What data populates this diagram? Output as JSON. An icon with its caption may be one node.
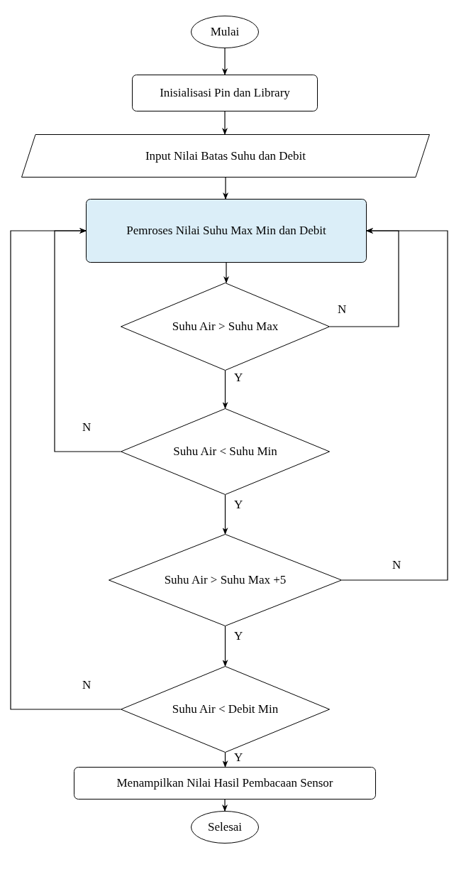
{
  "diagram": {
    "nodes": [
      {
        "text": [
          "Mulai"
        ]
      },
      {
        "text": [
          "Inisialisasi Pin dan Library"
        ]
      },
      {
        "text": [
          "Input Nilai Batas Suhu dan Debit"
        ]
      },
      {
        "text": [
          "Pemroses Nilai Suhu Max Min dan Debit"
        ]
      },
      {
        "text": [
          "Suhu Air > Suhu Max"
        ]
      },
      {
        "text": [
          "Suhu Air < Suhu Min"
        ]
      },
      {
        "text": [
          "Suhu Air > Suhu Max +5"
        ]
      },
      {
        "text": [
          "Suhu Air < Debit Min"
        ]
      },
      {
        "text": [
          "Menampilkan Nilai Hasil Pembacaan Sensor"
        ]
      },
      {
        "text": [
          "Selesai"
        ]
      }
    ],
    "edges": [
      {
        "from": 0,
        "to": 1,
        "arrow": "to"
      },
      {
        "from": 1,
        "to": 2,
        "arrow": "to"
      },
      {
        "from": 2,
        "to": 3,
        "arrow": "to"
      },
      {
        "from": 3,
        "to": 4,
        "arrow": "to"
      },
      {
        "from": 4,
        "to": 5,
        "arrow": "to",
        "label": "Y"
      },
      {
        "from": 5,
        "to": 6,
        "arrow": "to",
        "label": "Y"
      },
      {
        "from": 6,
        "to": 7,
        "arrow": "to",
        "label": "Y"
      },
      {
        "from": 7,
        "to": 8,
        "arrow": "to",
        "label": "Y"
      },
      {
        "from": 8,
        "to": 9,
        "arrow": "to"
      },
      {
        "from": 4,
        "to": 3,
        "arrow": "to",
        "label": "N"
      },
      {
        "from": 5,
        "to": 3,
        "arrow": "to",
        "label": "N"
      },
      {
        "from": 6,
        "to": 3,
        "arrow": "to",
        "label": "N"
      },
      {
        "from": 7,
        "to": 3,
        "arrow": "to",
        "label": "N"
      }
    ]
  }
}
